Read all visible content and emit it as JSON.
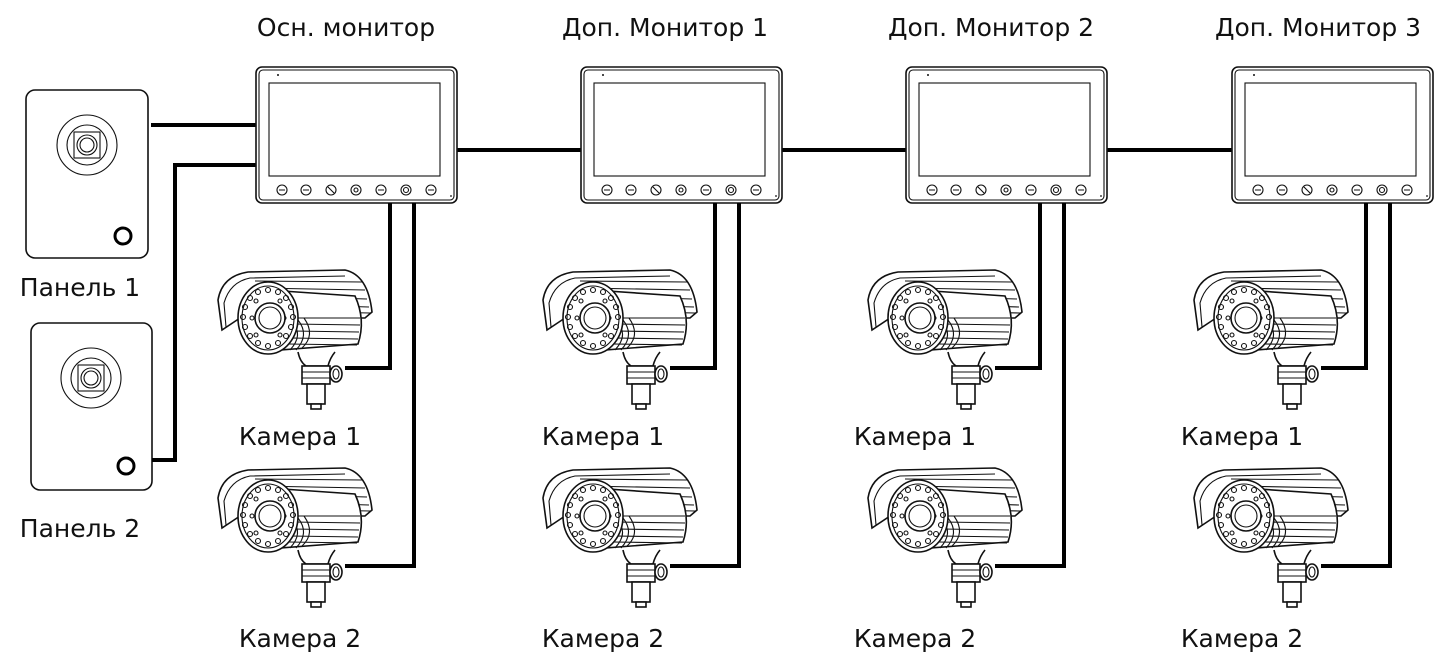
{
  "monitors": [
    {
      "title": "Осн. монитор"
    },
    {
      "title": "Доп. Монитор 1"
    },
    {
      "title": "Доп. Монитор 2"
    },
    {
      "title": "Доп. Монитор 3"
    }
  ],
  "panels": [
    {
      "label": "Панель 1"
    },
    {
      "label": "Панель 2"
    }
  ],
  "cameras": {
    "camera_1_label": "Камера 1",
    "camera_2_label": "Камера 2"
  },
  "colors": {
    "line": "#000000",
    "background": "#ffffff"
  }
}
